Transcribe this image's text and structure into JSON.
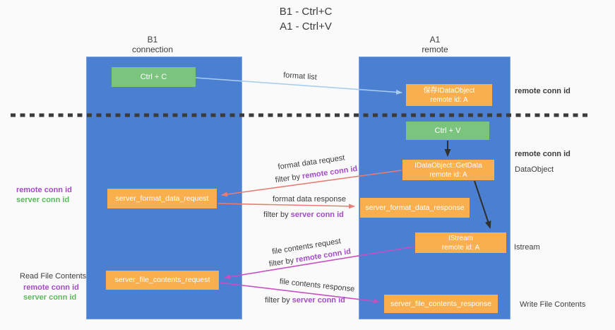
{
  "title": {
    "line1": "B1 - Ctrl+C",
    "line2": "A1 - Ctrl+V"
  },
  "columns": {
    "b1": {
      "name": "B1",
      "subtitle": "connection"
    },
    "a1": {
      "name": "A1",
      "subtitle": "remote"
    }
  },
  "boxes": {
    "ctrl_c": {
      "label": "Ctrl + C"
    },
    "ctrl_v": {
      "label": "Ctrl + V"
    },
    "save_idataobject": {
      "line1": "保存IDataObject",
      "line2": "remote id: A"
    },
    "idataobject_getdata": {
      "line1": "IDataObject::GetData",
      "line2": "remote id: A"
    },
    "istream": {
      "line1": "IStream",
      "line2": "remote id: A"
    },
    "server_format_data_request": {
      "label": "server_format_data_request"
    },
    "server_format_data_response": {
      "label": "server_format_data_response"
    },
    "server_file_contents_request": {
      "label": "server_file_contents_request"
    },
    "server_file_contents_response": {
      "label": "server_file_contents_response"
    }
  },
  "arrow_labels": {
    "format_list": "format list",
    "format_data_request": "format data request",
    "format_data_response": "format data response",
    "file_contents_request": "file contents request",
    "file_contents_response": "file contents response",
    "filter_by": "filter by ",
    "remote_conn_id": "remote conn id",
    "server_conn_id": "server conn id"
  },
  "side_labels": {
    "remote_conn_id": "remote conn id",
    "server_conn_id": "server conn id",
    "read_file_contents": "Read File Contents",
    "data_object": "DataObject",
    "istream": "Istream",
    "write_file_contents": "Write File Contents"
  },
  "colors": {
    "background": "#fafafa",
    "column_blue": "#4a7fd2",
    "box_orange": "#f9af4d",
    "box_green": "#7bc47e",
    "arrow_black": "#2f2f2f",
    "arrow_salmon": "#e87d74",
    "arrow_magenta": "#c750c3",
    "arrow_lightblue": "#a9cdf0",
    "text_purple": "#a44bc8",
    "text_green": "#5cb85c",
    "text_dark": "#3c3c3c"
  }
}
